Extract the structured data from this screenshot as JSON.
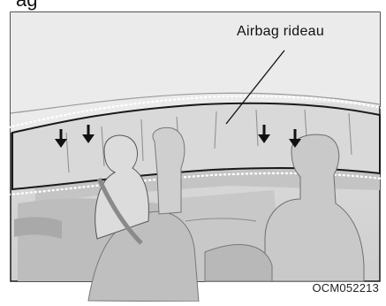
{
  "header": {
    "partial_heading": "ag"
  },
  "figure": {
    "callout_label": "Airbag rideau",
    "figure_code": "OCM052213",
    "arrow_icons": [
      "down-arrow-icon",
      "down-arrow-icon",
      "down-arrow-icon",
      "down-arrow-icon"
    ],
    "colors": {
      "airbag_fill": "#d9d9d9",
      "dotted_outline": "#ffffff",
      "frame_border": "#1a1a1a"
    }
  }
}
